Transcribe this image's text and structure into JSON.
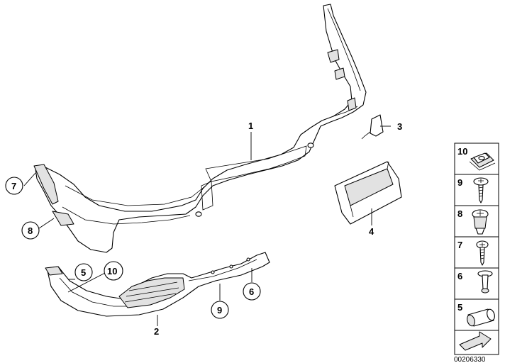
{
  "callouts": {
    "c1": "1",
    "c2": "2",
    "c3": "3",
    "c4": "4",
    "c5": "5",
    "c6": "6",
    "c7": "7",
    "c8": "8",
    "c9": "9",
    "c10": "10"
  },
  "legend": {
    "items": [
      "10",
      "9",
      "8",
      "7",
      "6",
      "5"
    ]
  },
  "diagram_id": "00206330"
}
